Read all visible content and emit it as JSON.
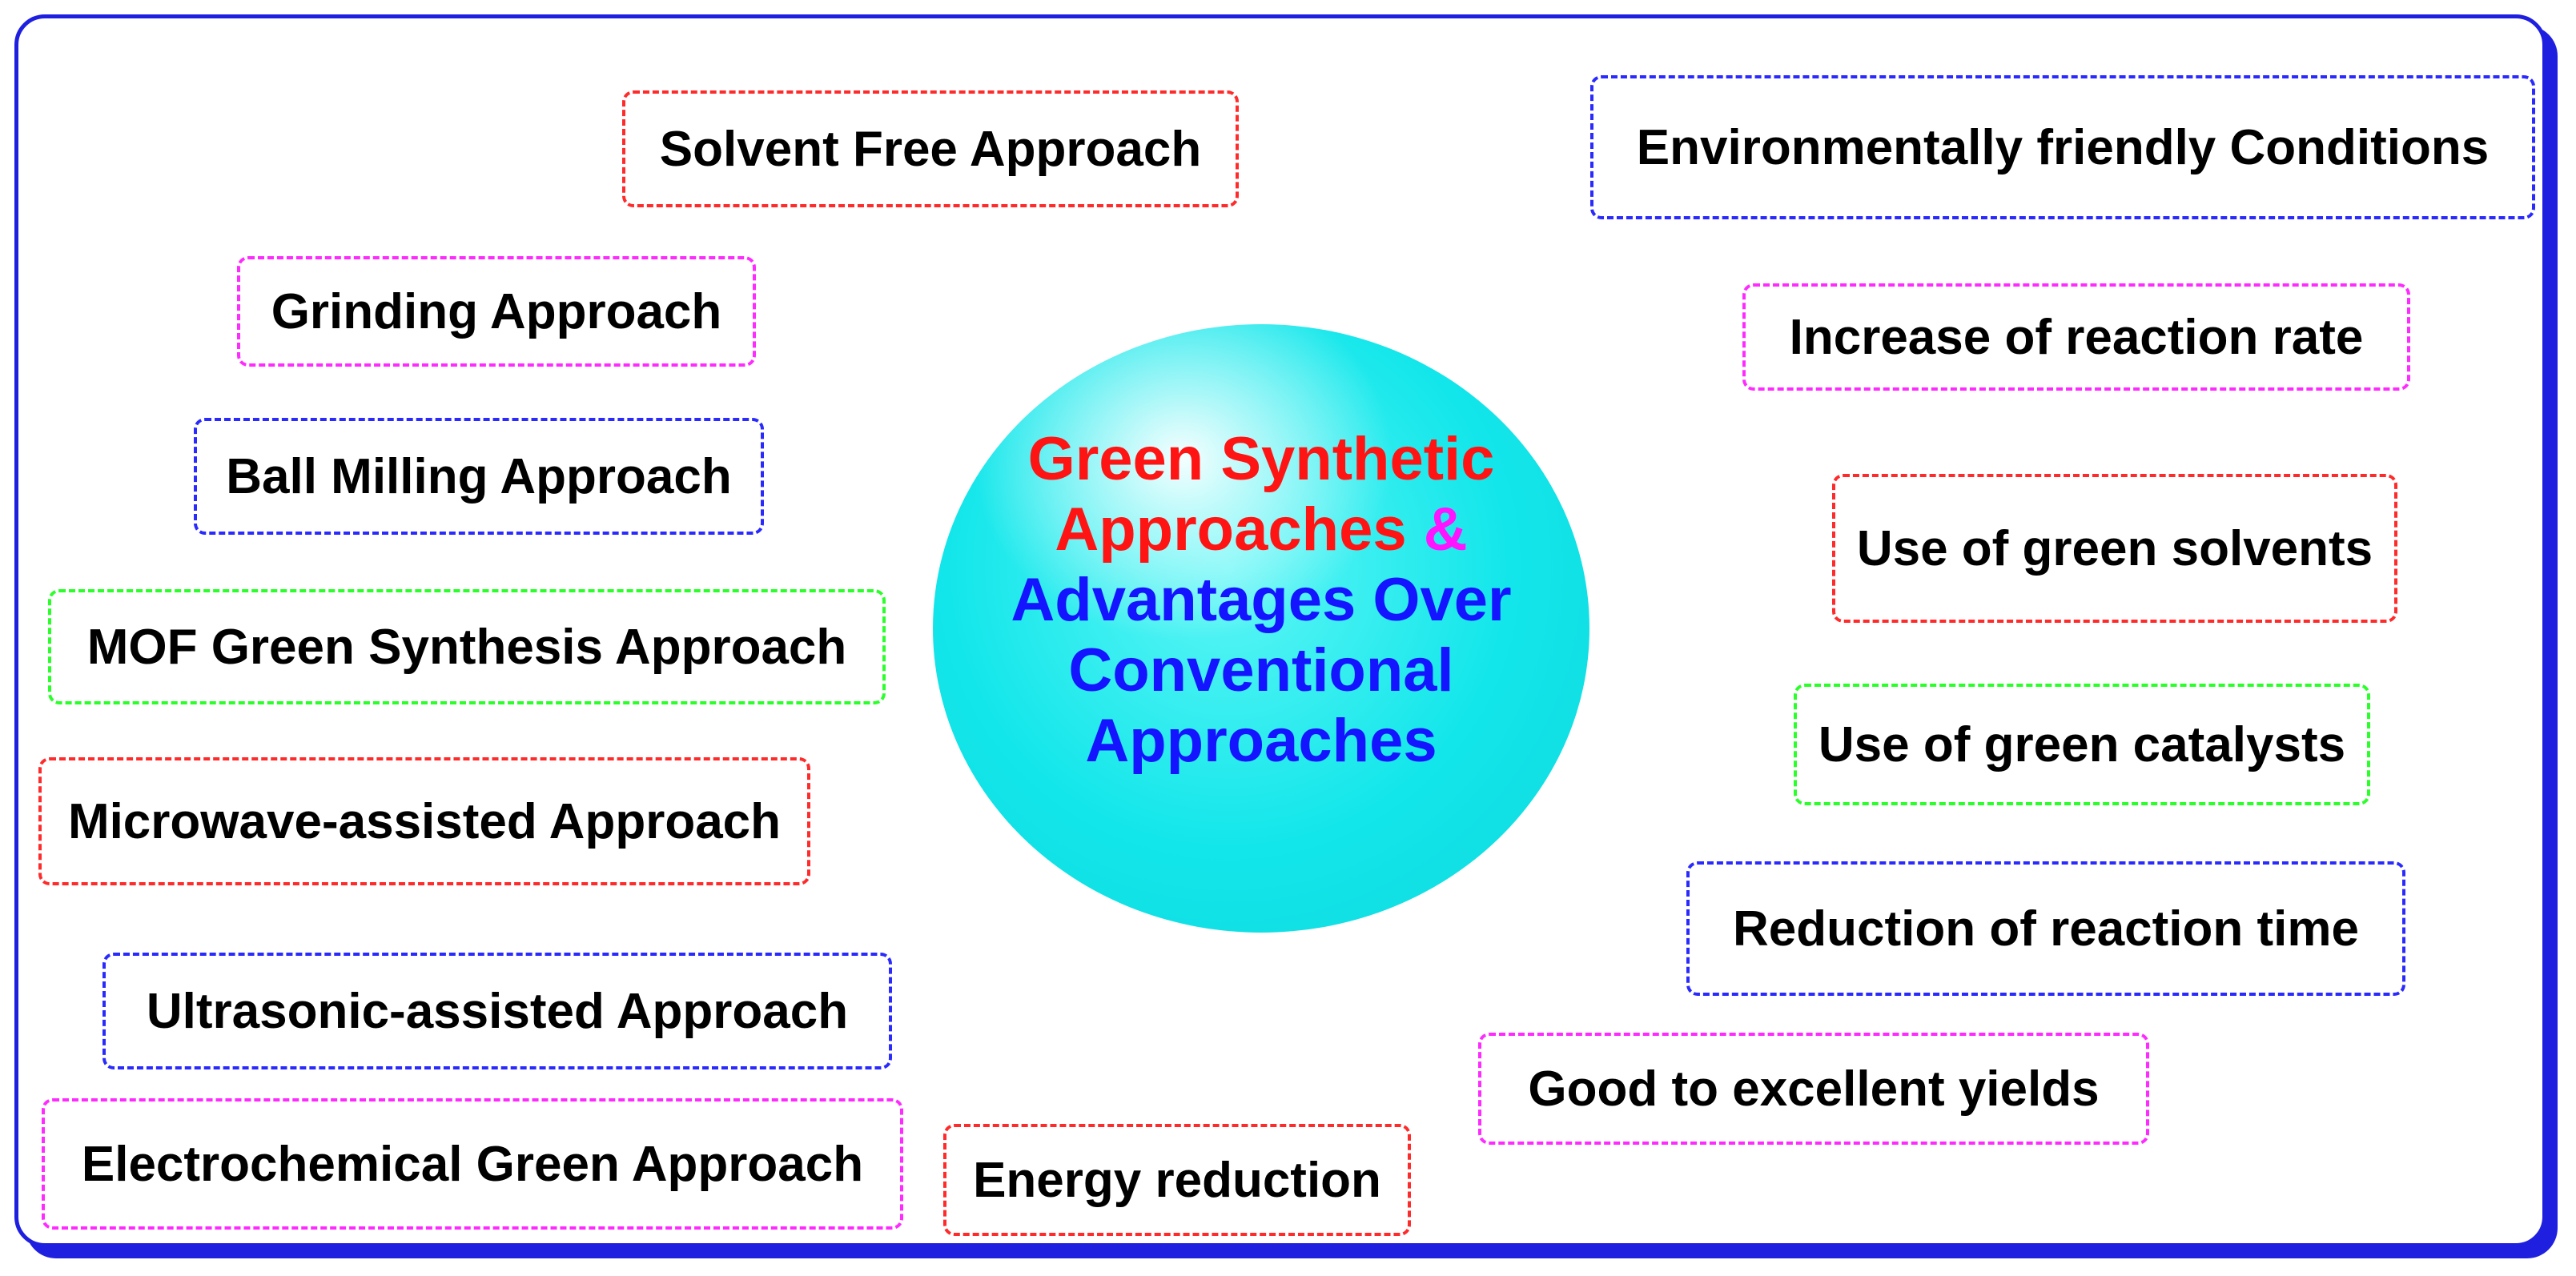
{
  "center": {
    "line1": "Green Synthetic",
    "line2a": "Approaches",
    "line2b": "&",
    "line3": "Advantages Over",
    "line4": "Conventional",
    "line5": "Approaches"
  },
  "approaches": [
    {
      "label": "Solvent Free Approach",
      "color": "#ff2a2a"
    },
    {
      "label": "Grinding Approach",
      "color": "#ff2aff"
    },
    {
      "label": "Ball Milling Approach",
      "color": "#2a2aff"
    },
    {
      "label": "MOF Green Synthesis Approach",
      "color": "#2aff2a"
    },
    {
      "label": "Microwave-assisted Approach",
      "color": "#ff2a2a"
    },
    {
      "label": "Ultrasonic-assisted Approach",
      "color": "#2a2aff"
    },
    {
      "label": "Electrochemical Green Approach",
      "color": "#ff2aff"
    }
  ],
  "advantages": [
    {
      "label": "Environmentally friendly Conditions",
      "color": "#2a2aff"
    },
    {
      "label": "Increase of reaction rate",
      "color": "#ff2aff"
    },
    {
      "label": "Use of green solvents",
      "color": "#ff2a2a"
    },
    {
      "label": "Use of green catalysts",
      "color": "#2aff2a"
    },
    {
      "label": "Reduction of reaction time",
      "color": "#2a2aff"
    },
    {
      "label": "Good to excellent yields",
      "color": "#ff2aff"
    },
    {
      "label": "Energy reduction",
      "color": "#ff2a2a"
    }
  ]
}
